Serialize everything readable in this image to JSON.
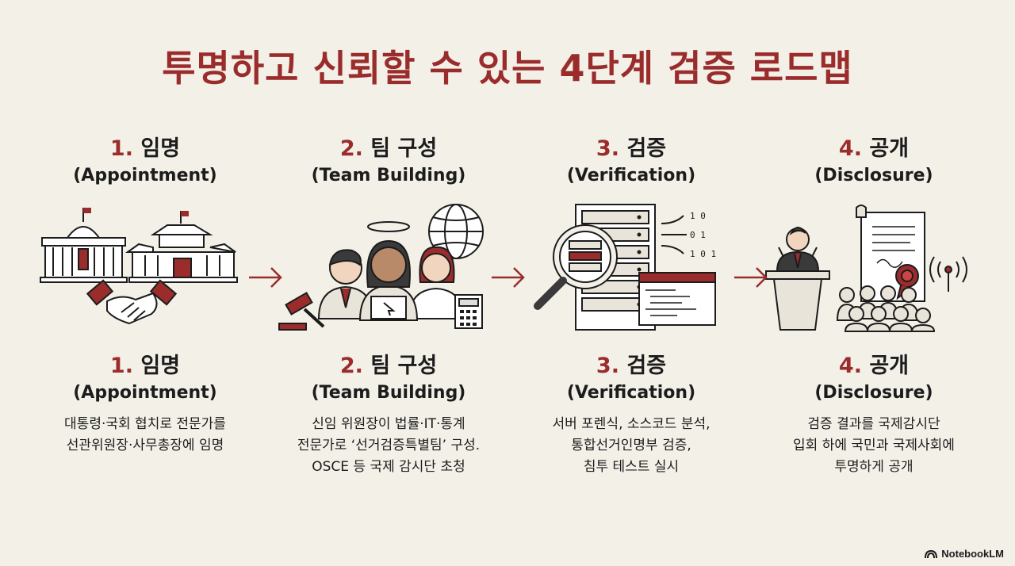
{
  "title": "투명하고 신뢰할 수 있는 4단계 검증 로드맵",
  "steps": [
    {
      "num": "1.",
      "name": "임명",
      "en": "(Appointment)",
      "desc": "대통령·국회 협치로 전문가를\n선관위원장·사무총장에 임명",
      "icon": "government-handshake-icon"
    },
    {
      "num": "2.",
      "name": "팀 구성",
      "en": "(Team Building)",
      "desc": "신임 위원장이 법률·IT·통계\n전문가로 ‘선거검증특별팀’ 구성.\nOSCE 등 국제 감시단 초청",
      "icon": "expert-team-icon"
    },
    {
      "num": "3.",
      "name": "검증",
      "en": "(Verification)",
      "desc": "서버 포렌식, 소스코드 분석,\n통합선거인명부 검증,\n침투 테스트 실시",
      "icon": "server-inspection-icon"
    },
    {
      "num": "4.",
      "name": "공개",
      "en": "(Disclosure)",
      "desc": "검증 결과를 국제감시단\n입회 하에 국민과 국제사회에\n투명하게 공개",
      "icon": "public-disclosure-icon"
    }
  ],
  "colors": {
    "accent": "#9a2c2c",
    "background": "#f3f0e8",
    "text": "#1c1c1c"
  },
  "brand": "NotebookLM"
}
